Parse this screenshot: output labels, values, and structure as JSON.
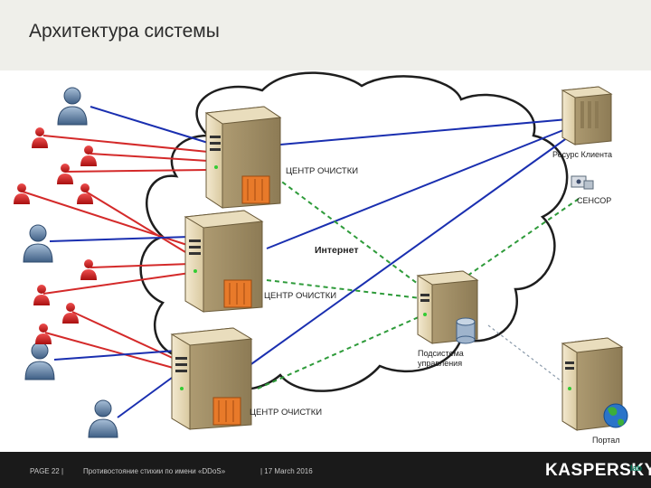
{
  "slide": {
    "title": "Архитектура системы"
  },
  "labels": {
    "center1": "ЦЕНТР ОЧИСТКИ",
    "center2": "ЦЕНТР ОЧИСТКИ",
    "center3": "ЦЕНТР ОЧИСТКИ",
    "internet": "Интернет",
    "client_resource": "Ресурс Клиента",
    "sensor": "СЕНСОР",
    "mgmt_line1": "Подсистема",
    "mgmt_line2": "управления",
    "portal": "Портал"
  },
  "footer": {
    "page": "PAGE 22 |",
    "subject": "Противостояние стихии по имени «DDoS»",
    "date": "| 17 March 2016",
    "logo": "KASPERSKY",
    "logo_suffix": "lab"
  },
  "colors": {
    "header_bg": "#efefea",
    "footer_bg": "#1a1a1a",
    "legit_user": "#4a6a8c",
    "attacker": "#cc1b1b",
    "legit_line": "#1a2fb0",
    "attack_line": "#d42a2a",
    "green_dash": "#2e9b3a"
  }
}
